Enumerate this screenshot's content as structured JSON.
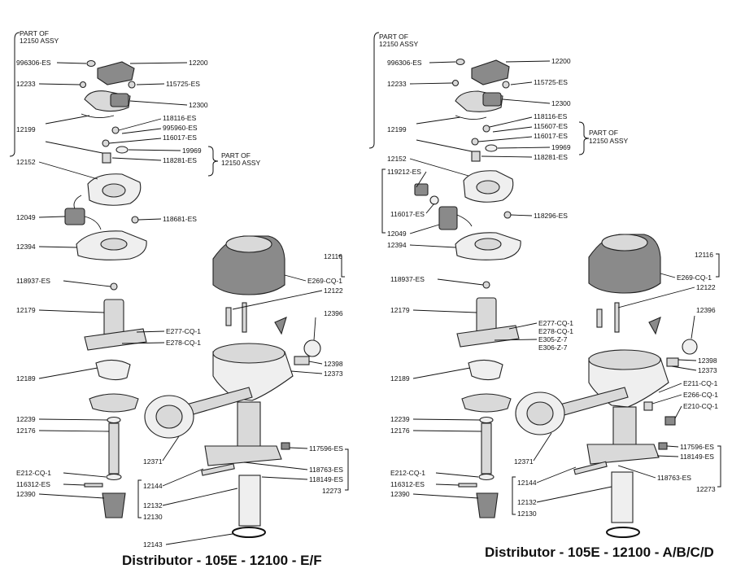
{
  "diagrams": [
    {
      "caption": "Distributor - 105E - 12100 - E/F",
      "group_label": [
        "PART OF",
        "12150 ASSY"
      ],
      "side_group_label": [
        "PART OF",
        "12150 ASSY"
      ],
      "labels_left": [
        "996306-ES",
        "12233",
        "12199",
        "12152",
        "12049",
        "12394",
        "118937-ES",
        "12179",
        "12189",
        "12239",
        "12176",
        "E212-CQ-1",
        "116312-ES",
        "12390",
        "12143"
      ],
      "labels_right": [
        "12200",
        "115725-ES",
        "12300",
        "118116-ES",
        "995960-ES",
        "116017-ES",
        "19969",
        "118281-ES",
        "118681-ES",
        "12116",
        "E269-CQ-1",
        "12122",
        "12396",
        "E277-CQ-1",
        "E278-CQ-1",
        "12398",
        "12373",
        "117596-ES",
        "118763-ES",
        "118149-ES",
        "12273"
      ],
      "labels_bottom": [
        "12371",
        "12144",
        "12132",
        "12130"
      ]
    },
    {
      "caption": "Distributor - 105E - 12100 - A/B/C/D",
      "group_label": [
        "PART OF",
        "12150 ASSY"
      ],
      "side_group_label": [
        "PART OF",
        "12150 ASSY"
      ],
      "labels_left": [
        "996306-ES",
        "12233",
        "12199",
        "12152",
        "119212-ES",
        "116017-ES",
        "12049",
        "12394",
        "118937-ES",
        "12179",
        "12189",
        "12239",
        "12176",
        "E212-CQ-1",
        "116312-ES",
        "12390"
      ],
      "labels_right": [
        "12200",
        "115725-ES",
        "12300",
        "118116-ES",
        "115607-ES",
        "116017-ES",
        "19969",
        "118281-ES",
        "118296-ES",
        "12116",
        "E269-CQ-1",
        "12122",
        "12396",
        "E277-CQ-1",
        "E278-CQ-1",
        "E305-Z-7",
        "E306-Z-7",
        "12398",
        "12373",
        "E211-CQ-1",
        "E266-CQ-1",
        "E210-CQ-1",
        "117596-ES",
        "118149-ES",
        "118763-ES",
        "12273"
      ],
      "labels_bottom": [
        "12371",
        "12144",
        "12132",
        "12130"
      ]
    }
  ]
}
